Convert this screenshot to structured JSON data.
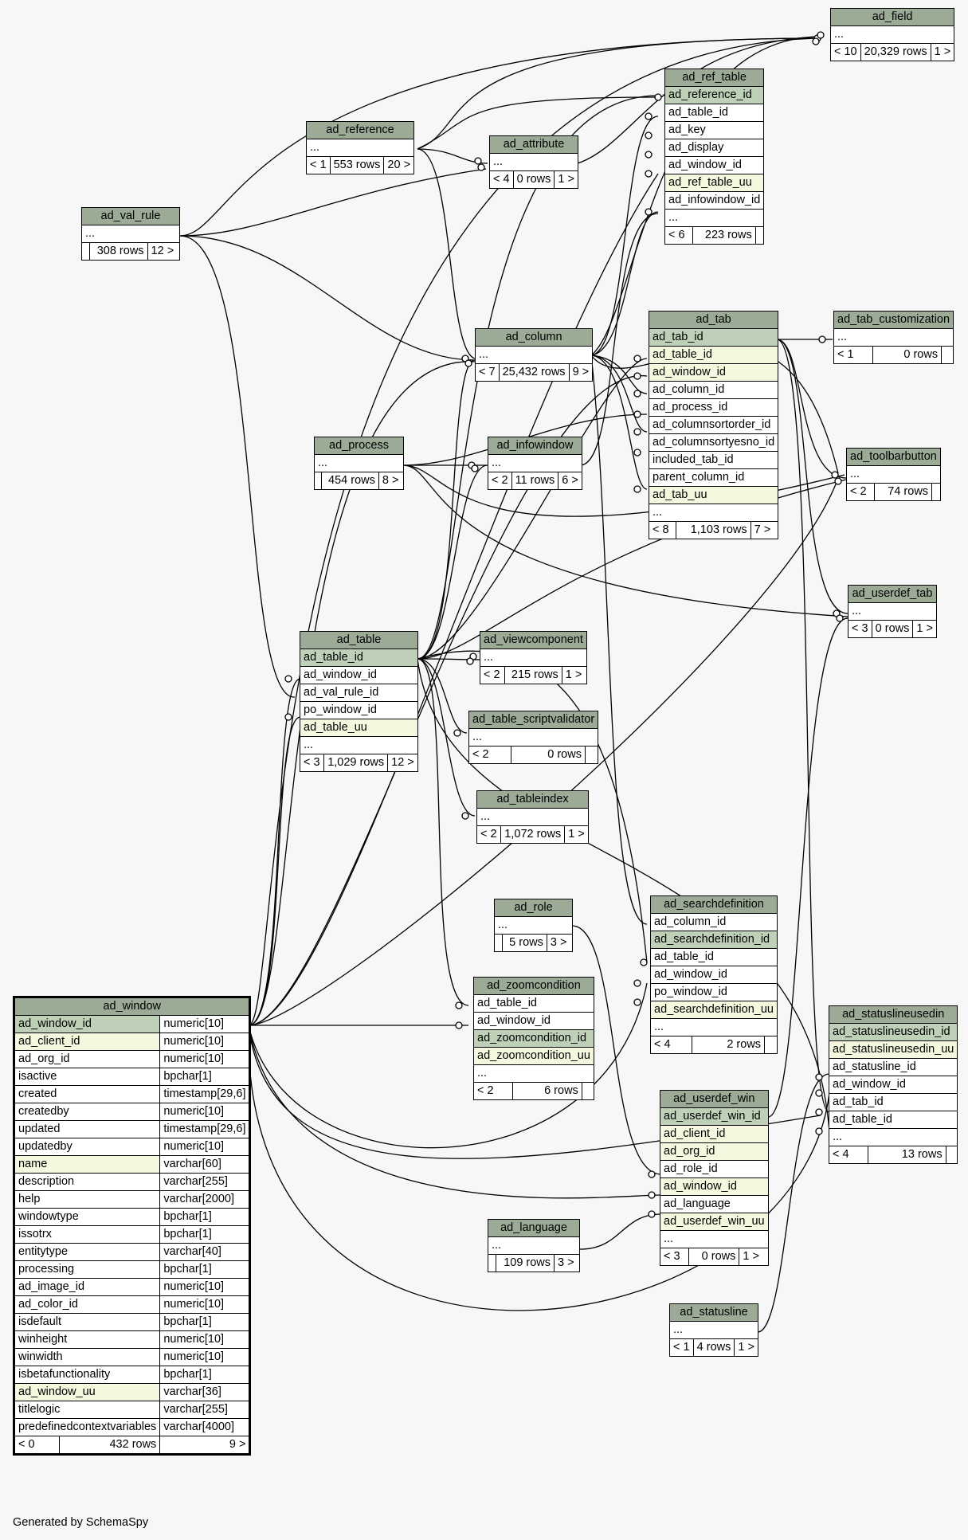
{
  "footer": "Generated by SchemaSpy",
  "tables": {
    "ad_field": {
      "name": "ad_field",
      "rows": [
        "..."
      ],
      "stats": [
        "< 10",
        "20,329 rows",
        "1 >"
      ]
    },
    "ad_ref_table": {
      "name": "ad_ref_table",
      "rows": [
        "ad_reference_id",
        "ad_table_id",
        "ad_key",
        "ad_display",
        "ad_window_id",
        "ad_ref_table_uu",
        "ad_infowindow_id",
        "..."
      ],
      "stats": [
        "< 6",
        "223 rows",
        ""
      ]
    },
    "ad_reference": {
      "name": "ad_reference",
      "rows": [
        "..."
      ],
      "stats": [
        "< 1",
        "553 rows",
        "20 >"
      ]
    },
    "ad_attribute": {
      "name": "ad_attribute",
      "rows": [
        "..."
      ],
      "stats": [
        "< 4",
        "0 rows",
        "1 >"
      ]
    },
    "ad_val_rule": {
      "name": "ad_val_rule",
      "rows": [
        "..."
      ],
      "stats": [
        "",
        "308 rows",
        "12 >"
      ]
    },
    "ad_column": {
      "name": "ad_column",
      "rows": [
        "..."
      ],
      "stats": [
        "< 7",
        "25,432 rows",
        "9 >"
      ]
    },
    "ad_tab": {
      "name": "ad_tab",
      "rows": [
        "ad_tab_id",
        "ad_table_id",
        "ad_window_id",
        "ad_column_id",
        "ad_process_id",
        "ad_columnsortorder_id",
        "ad_columnsortyesno_id",
        "included_tab_id",
        "parent_column_id",
        "ad_tab_uu",
        "..."
      ],
      "stats": [
        "< 8",
        "1,103 rows",
        "7 >"
      ]
    },
    "ad_tab_customization": {
      "name": "ad_tab_customization",
      "rows": [
        "..."
      ],
      "stats": [
        "< 1",
        "0 rows",
        ""
      ]
    },
    "ad_process": {
      "name": "ad_process",
      "rows": [
        "..."
      ],
      "stats": [
        "",
        "454 rows",
        "8 >"
      ]
    },
    "ad_infowindow": {
      "name": "ad_infowindow",
      "rows": [
        "..."
      ],
      "stats": [
        "< 2",
        "11 rows",
        "6 >"
      ]
    },
    "ad_toolbarbutton": {
      "name": "ad_toolbarbutton",
      "rows": [
        "..."
      ],
      "stats": [
        "< 2",
        "74 rows",
        ""
      ]
    },
    "ad_userdef_tab": {
      "name": "ad_userdef_tab",
      "rows": [
        "..."
      ],
      "stats": [
        "< 3",
        "0 rows",
        "1 >"
      ]
    },
    "ad_table": {
      "name": "ad_table",
      "rows": [
        "ad_table_id",
        "ad_window_id",
        "ad_val_rule_id",
        "po_window_id",
        "ad_table_uu",
        "..."
      ],
      "stats": [
        "< 3",
        "1,029 rows",
        "12 >"
      ]
    },
    "ad_viewcomponent": {
      "name": "ad_viewcomponent",
      "rows": [
        "..."
      ],
      "stats": [
        "< 2",
        "215 rows",
        "1 >"
      ]
    },
    "ad_table_scriptvalidator": {
      "name": "ad_table_scriptvalidator",
      "rows": [
        "..."
      ],
      "stats": [
        "< 2",
        "0 rows",
        ""
      ]
    },
    "ad_tableindex": {
      "name": "ad_tableindex",
      "rows": [
        "..."
      ],
      "stats": [
        "< 2",
        "1,072 rows",
        "1 >"
      ]
    },
    "ad_role": {
      "name": "ad_role",
      "rows": [
        "..."
      ],
      "stats": [
        "",
        "5 rows",
        "3 >"
      ]
    },
    "ad_searchdefinition": {
      "name": "ad_searchdefinition",
      "rows": [
        "ad_column_id",
        "ad_searchdefinition_id",
        "ad_table_id",
        "ad_window_id",
        "po_window_id",
        "ad_searchdefinition_uu",
        "..."
      ],
      "stats": [
        "< 4",
        "2 rows",
        ""
      ]
    },
    "ad_zoomcondition": {
      "name": "ad_zoomcondition",
      "rows": [
        "ad_table_id",
        "ad_window_id",
        "ad_zoomcondition_id",
        "ad_zoomcondition_uu",
        "..."
      ],
      "stats": [
        "< 2",
        "6 rows",
        ""
      ]
    },
    "ad_statuslineusedin": {
      "name": "ad_statuslineusedin",
      "rows": [
        "ad_statuslineusedin_id",
        "ad_statuslineusedin_uu",
        "ad_statusline_id",
        "ad_window_id",
        "ad_tab_id",
        "ad_table_id",
        "..."
      ],
      "stats": [
        "< 4",
        "13 rows",
        ""
      ]
    },
    "ad_userdef_win": {
      "name": "ad_userdef_win",
      "rows": [
        "ad_userdef_win_id",
        "ad_client_id",
        "ad_org_id",
        "ad_role_id",
        "ad_window_id",
        "ad_language",
        "ad_userdef_win_uu",
        "..."
      ],
      "stats": [
        "< 3",
        "0 rows",
        "1 >"
      ]
    },
    "ad_language": {
      "name": "ad_language",
      "rows": [
        "..."
      ],
      "stats": [
        "",
        "109 rows",
        "3 >"
      ]
    },
    "ad_statusline": {
      "name": "ad_statusline",
      "rows": [
        "..."
      ],
      "stats": [
        "< 1",
        "4 rows",
        "1 >"
      ]
    }
  },
  "ad_window": {
    "name": "ad_window",
    "columns": [
      {
        "name": "ad_window_id",
        "type": "numeric[10]"
      },
      {
        "name": "ad_client_id",
        "type": "numeric[10]"
      },
      {
        "name": "ad_org_id",
        "type": "numeric[10]"
      },
      {
        "name": "isactive",
        "type": "bpchar[1]"
      },
      {
        "name": "created",
        "type": "timestamp[29,6]"
      },
      {
        "name": "createdby",
        "type": "numeric[10]"
      },
      {
        "name": "updated",
        "type": "timestamp[29,6]"
      },
      {
        "name": "updatedby",
        "type": "numeric[10]"
      },
      {
        "name": "name",
        "type": "varchar[60]"
      },
      {
        "name": "description",
        "type": "varchar[255]"
      },
      {
        "name": "help",
        "type": "varchar[2000]"
      },
      {
        "name": "windowtype",
        "type": "bpchar[1]"
      },
      {
        "name": "issotrx",
        "type": "bpchar[1]"
      },
      {
        "name": "entitytype",
        "type": "varchar[40]"
      },
      {
        "name": "processing",
        "type": "bpchar[1]"
      },
      {
        "name": "ad_image_id",
        "type": "numeric[10]"
      },
      {
        "name": "ad_color_id",
        "type": "numeric[10]"
      },
      {
        "name": "isdefault",
        "type": "bpchar[1]"
      },
      {
        "name": "winheight",
        "type": "numeric[10]"
      },
      {
        "name": "winwidth",
        "type": "numeric[10]"
      },
      {
        "name": "isbetafunctionality",
        "type": "bpchar[1]"
      },
      {
        "name": "ad_window_uu",
        "type": "varchar[36]"
      },
      {
        "name": "titlelogic",
        "type": "varchar[255]"
      },
      {
        "name": "predefinedcontextvariables",
        "type": "varchar[4000]"
      }
    ],
    "stats": [
      "< 0",
      "432 rows",
      "9 >"
    ]
  },
  "colors": {
    "header": "#9bab96",
    "primary_key": "#bed1b8",
    "indexed": "#f5f8df",
    "background": "#f7f7f7"
  }
}
